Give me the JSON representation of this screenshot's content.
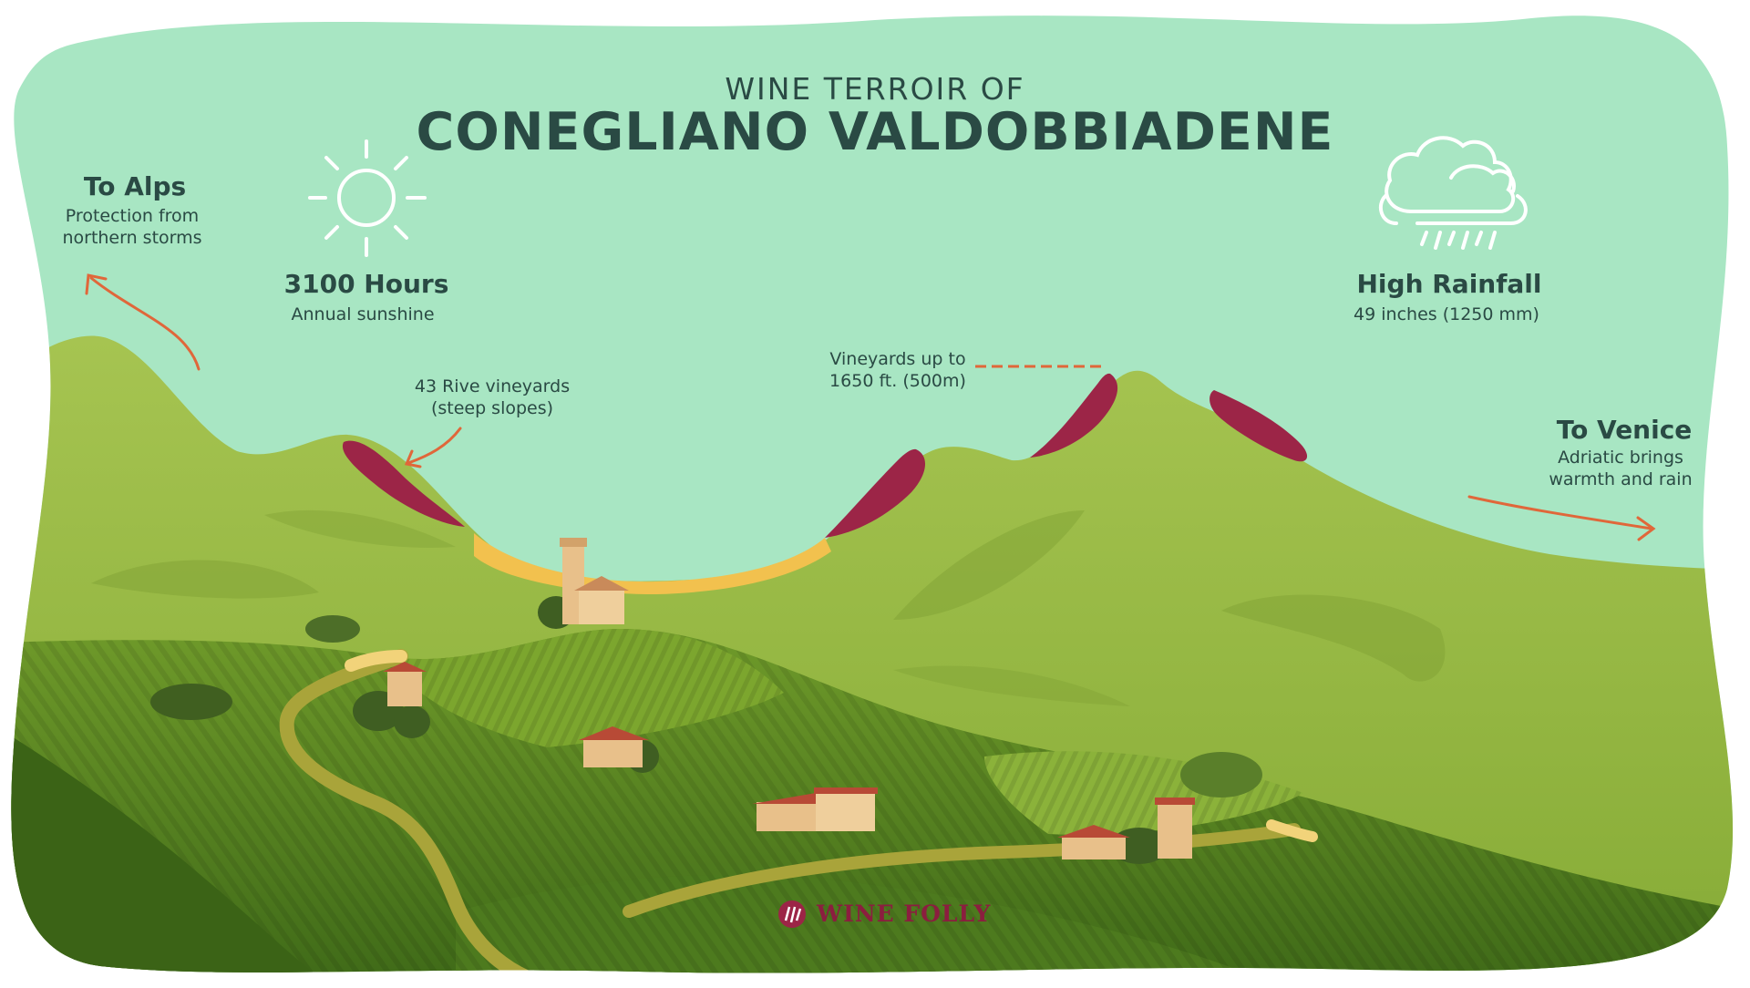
{
  "title": {
    "kicker": "WINE TERROIR OF",
    "headline": "CONEGLIANO VALDOBBIADENE"
  },
  "annotations": {
    "alps": {
      "heading": "To Alps",
      "line1": "Protection from",
      "line2": "northern storms"
    },
    "sunshine": {
      "heading": "3100 Hours",
      "sub": "Annual sunshine"
    },
    "rive": {
      "line1": "43 Rive vineyards",
      "line2": "(steep slopes)"
    },
    "altitude": {
      "line1": "Vineyards up to",
      "line2": "1650 ft. (500m)"
    },
    "rainfall": {
      "heading": "High Rainfall",
      "sub": "49 inches (1250 mm)"
    },
    "venice": {
      "heading": "To Venice",
      "line1": "Adriatic brings",
      "line2": "warmth and rain"
    }
  },
  "brand": {
    "name": "WINE FOLLY"
  },
  "icons": [
    "sun-icon",
    "rain-cloud-icon",
    "wine-folly-logo-icon"
  ],
  "colors": {
    "sky": "#a8e6c3",
    "hills": "#93b741",
    "vineyard_red": "#9c2547",
    "road_yellow": "#f2c14e",
    "arrow": "#e0673a",
    "text": "#2a4a44"
  }
}
